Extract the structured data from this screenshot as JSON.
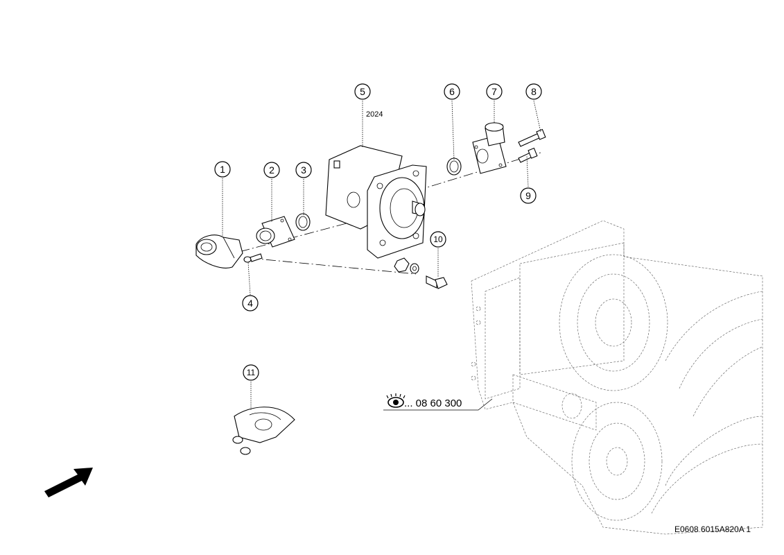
{
  "callouts": [
    {
      "label": "1"
    },
    {
      "label": "2"
    },
    {
      "label": "3"
    },
    {
      "label": "4"
    },
    {
      "label": "5"
    },
    {
      "label": "6"
    },
    {
      "label": "7"
    },
    {
      "label": "8"
    },
    {
      "label": "9"
    },
    {
      "label": "10"
    },
    {
      "label": "11"
    }
  ],
  "pump_code": "2024",
  "reference": {
    "icon": "eye-icon",
    "text": "... 08 60 300"
  },
  "figure_id": "E0608 6015A820A 1",
  "direction_arrow": "arrow-icon"
}
